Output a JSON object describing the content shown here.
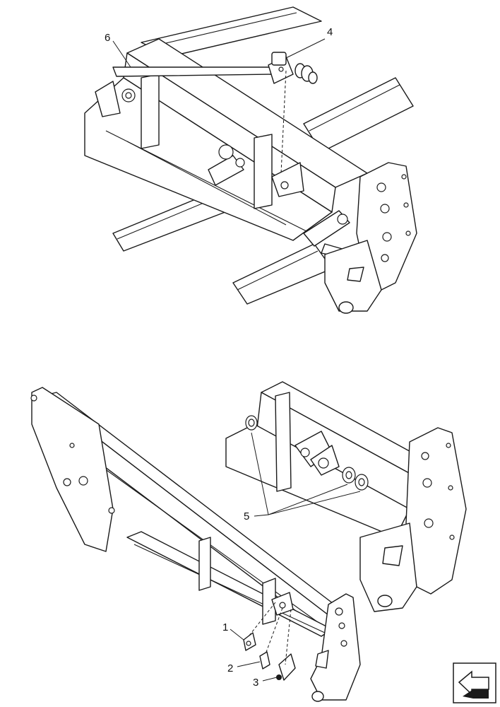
{
  "callouts": [
    {
      "id": "1",
      "label": "1"
    },
    {
      "id": "2",
      "label": "2"
    },
    {
      "id": "3",
      "label": "3"
    },
    {
      "id": "4",
      "label": "4"
    },
    {
      "id": "5",
      "label": "5"
    },
    {
      "id": "6",
      "label": "6"
    }
  ],
  "nav_icon": "next-page-arrow-icon"
}
